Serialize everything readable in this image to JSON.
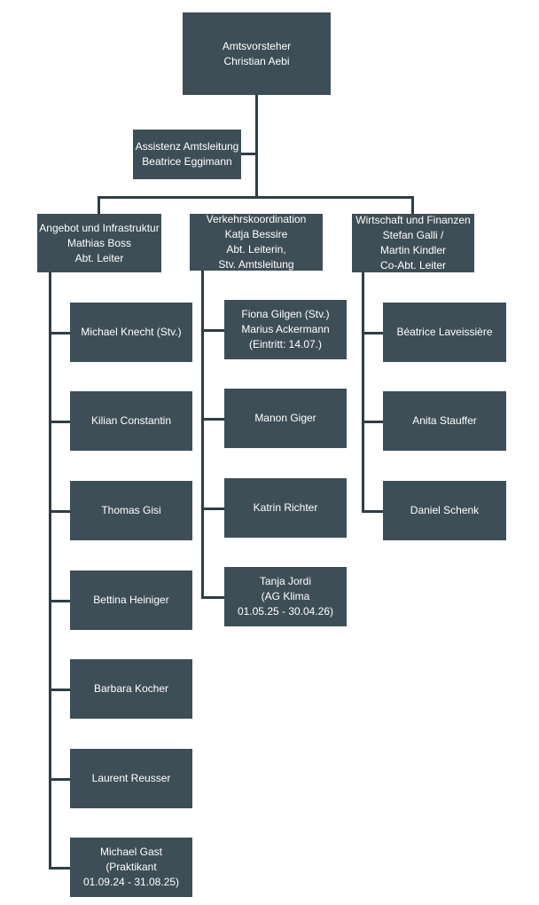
{
  "root": {
    "lines": [
      "Amtsvorsteher",
      "Christian Aebi"
    ]
  },
  "assistant": {
    "lines": [
      "Assistenz Amtsleitung",
      "Beatrice Eggimann"
    ]
  },
  "departments": [
    {
      "lines": [
        "Angebot und Infrastruktur",
        "Mathias Boss",
        "Abt. Leiter"
      ],
      "members": [
        {
          "lines": [
            "Michael Knecht (Stv.)"
          ]
        },
        {
          "lines": [
            "Kilian Constantin"
          ]
        },
        {
          "lines": [
            "Thomas Gisi"
          ]
        },
        {
          "lines": [
            "Bettina Heiniger"
          ]
        },
        {
          "lines": [
            "Barbara Kocher"
          ]
        },
        {
          "lines": [
            "Laurent Reusser"
          ]
        },
        {
          "lines": [
            "Michael Gast",
            "(Praktikant",
            "01.09.24 - 31.08.25)"
          ]
        }
      ]
    },
    {
      "lines": [
        "Verkehrskoordination",
        "Katja Bessire",
        "Abt. Leiterin,",
        "Stv. Amtsleitung"
      ],
      "members": [
        {
          "lines": [
            "Fiona Gilgen (Stv.)",
            "Marius Ackermann",
            "(Eintritt: 14.07.)"
          ]
        },
        {
          "lines": [
            "Manon Giger"
          ]
        },
        {
          "lines": [
            "Katrin Richter"
          ]
        },
        {
          "lines": [
            "Tanja Jordi",
            "(AG Klima",
            "01.05.25 - 30.04.26)"
          ]
        }
      ]
    },
    {
      "lines": [
        "Wirtschaft und Finanzen",
        "Stefan Galli /",
        "Martin Kindler",
        "Co-Abt. Leiter"
      ],
      "members": [
        {
          "lines": [
            "Béatrice Laveissière"
          ]
        },
        {
          "lines": [
            "Anita Stauffer"
          ]
        },
        {
          "lines": [
            "Daniel Schenk"
          ]
        }
      ]
    }
  ]
}
